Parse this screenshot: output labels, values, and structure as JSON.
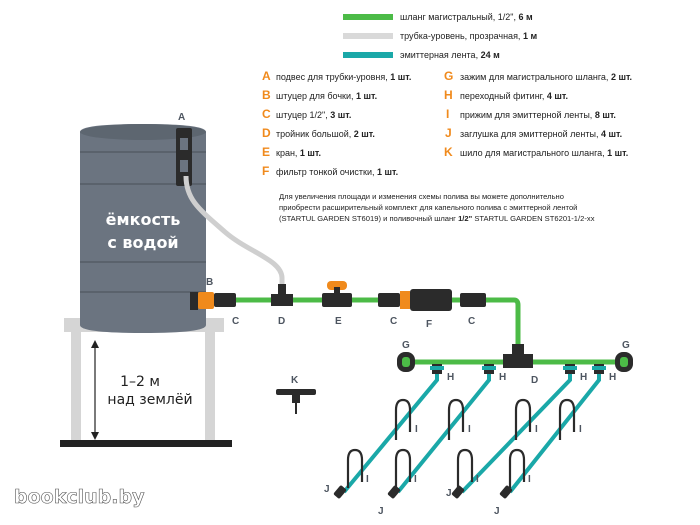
{
  "legend": [
    {
      "text": "шланг магистральный, 1/2\", ",
      "bold": "6 м",
      "color": "#4cbb47"
    },
    {
      "text": "трубка-уровень, прозрачная, ",
      "bold": "1 м",
      "color": "#d9d9d9"
    },
    {
      "text": "эмиттерная лента, ",
      "bold": "24 м",
      "color": "#1aa8a8"
    }
  ],
  "parts_left": [
    {
      "letter": "A",
      "text": "подвес для трубки-уровня, ",
      "bold": "1 шт."
    },
    {
      "letter": "B",
      "text": "штуцер для бочки, ",
      "bold": "1 шт."
    },
    {
      "letter": "C",
      "text": "штуцер 1/2\", ",
      "bold": "3 шт."
    },
    {
      "letter": "D",
      "text": "тройник большой, ",
      "bold": "2 шт."
    },
    {
      "letter": "E",
      "text": "кран, ",
      "bold": "1 шт."
    },
    {
      "letter": "F",
      "text": "фильтр тонкой очистки, ",
      "bold": "1 шт."
    }
  ],
  "parts_right": [
    {
      "letter": "G",
      "text": "зажим для магистрального шланга, ",
      "bold": "2 шт."
    },
    {
      "letter": "H",
      "text": "переходный фитинг, ",
      "bold": "4 шт."
    },
    {
      "letter": "I",
      "text": "прижим для эмиттерной ленты, ",
      "bold": "8 шт."
    },
    {
      "letter": "J",
      "text": "заглушка для эмиттерной ленты, ",
      "bold": "4 шт."
    },
    {
      "letter": "K",
      "text": "шило для магистрального шланга, ",
      "bold": "1 шт."
    }
  ],
  "note": {
    "line1": "Для увеличения площади и изменения схемы полива вы можете дополнительно",
    "line2": "приобрести расширительный комплект для капельного полива с эмиттерной лентой",
    "line3_pre": "(STARTUL GARDEN ST6019) и поливочный шланг ",
    "line3_bold": "1/2\"",
    "line3_post": " STARTUL GARDEN ST6201-1/2-хх"
  },
  "tank": {
    "line1": "ёмкость",
    "line2": "с водой"
  },
  "height": {
    "line1": "1–2 м",
    "line2": "над землёй"
  },
  "labels": {
    "A": "A",
    "B": "B",
    "C1": "C",
    "D1": "D",
    "E": "E",
    "C2": "C",
    "F": "F",
    "C3": "C",
    "G1": "G",
    "G2": "G",
    "H1": "H",
    "H2": "H",
    "D2": "D",
    "H3": "H",
    "H4": "H",
    "K": "K",
    "I1": "I",
    "I2": "I",
    "I3": "I",
    "I4": "I",
    "I5": "I",
    "I6": "I",
    "I7": "I",
    "I8": "I",
    "J1": "J",
    "J2": "J",
    "J3": "J",
    "J4": "J"
  },
  "watermark": "bookclub.by",
  "colors": {
    "main_hose": "#4cbb47",
    "level_tube": "#d9d9d9",
    "emitter": "#1aa8a8",
    "accent": "#f08a1c",
    "tank": "#6b7480"
  }
}
